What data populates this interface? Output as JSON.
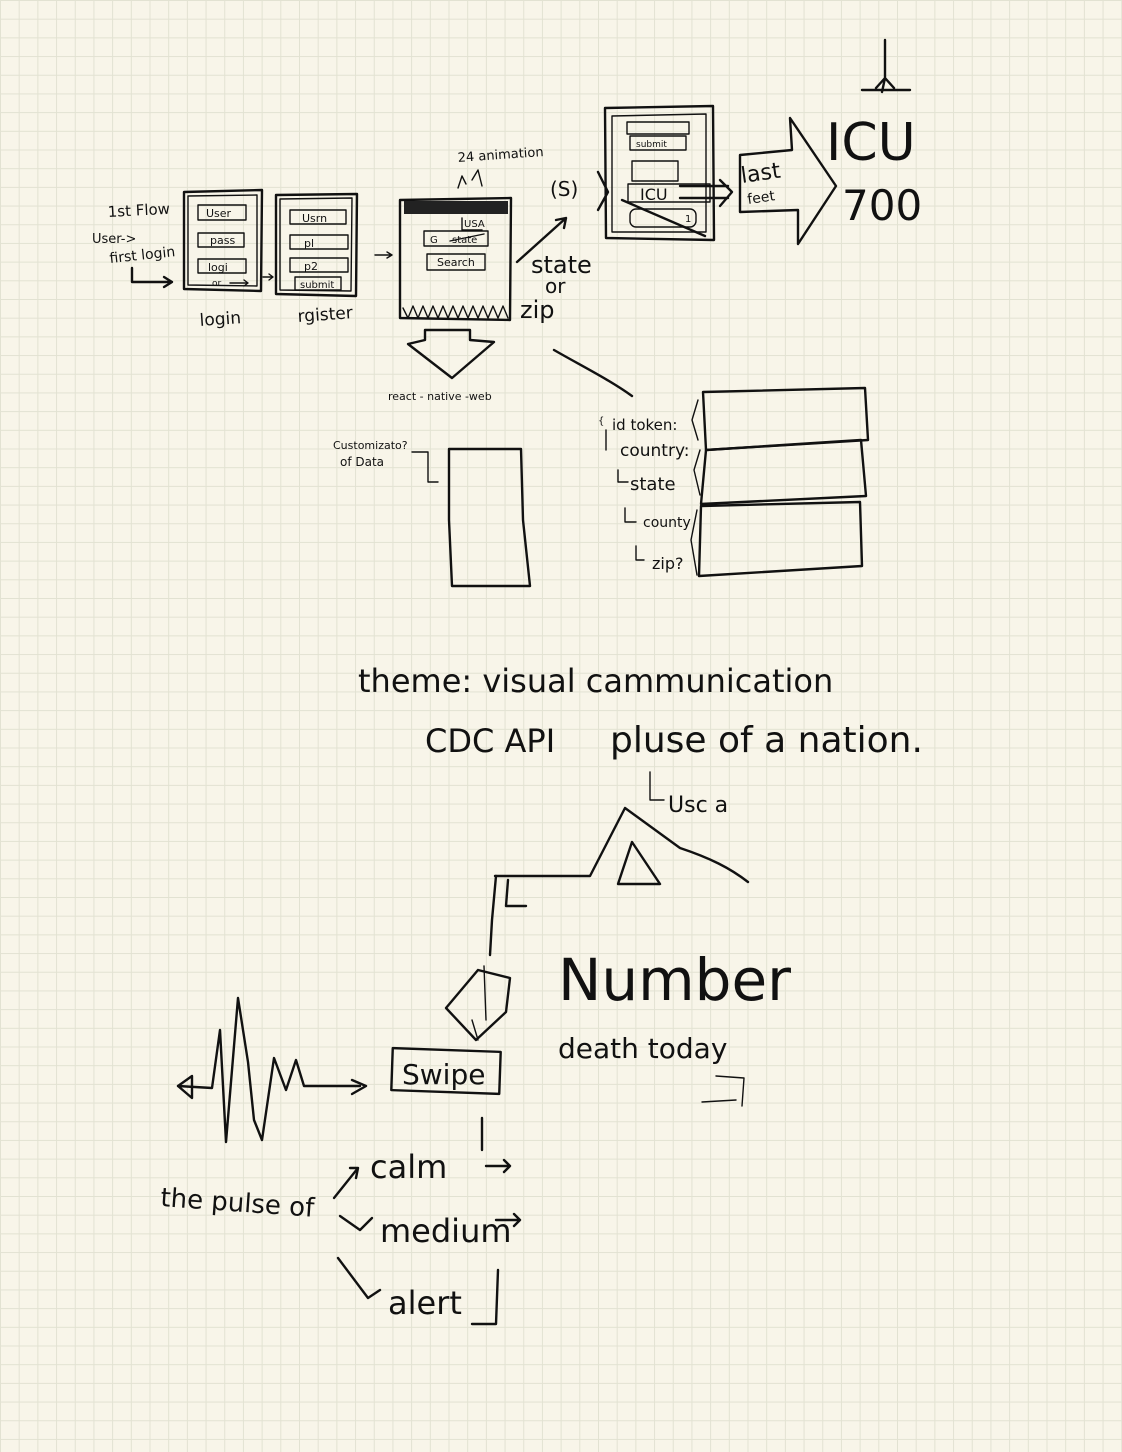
{
  "colors": {
    "paper": "#f8f5e9",
    "grid": "#e2e2d2",
    "ink": "#111111"
  },
  "flow": {
    "first_flow": "1st Flow",
    "user_arrow": "User->",
    "first_login": "first login",
    "login_screen": {
      "user": "User",
      "pass": "pass",
      "login": "logi",
      "or": "or",
      "caption": "login"
    },
    "register_screen": {
      "user": "Usrn",
      "p1": "pl",
      "p2": "p2",
      "submit": "submit",
      "caption": "rgister"
    },
    "main_screen": {
      "annotation": "24 animation",
      "usa": "USA",
      "state": "state",
      "search": "Search",
      "g_prefix": "G"
    },
    "react_native_web": "react - native -web",
    "customization": {
      "line1": "Customizato?",
      "line2": "of Data"
    },
    "state_or_zip": {
      "line1": "state",
      "line2": "or",
      "line3": "zip"
    },
    "s_label": "(S)",
    "icu_screen": {
      "submit": "submit",
      "icu": "ICU",
      "one": "1"
    },
    "last_feet": {
      "line1": "last",
      "line2": "feet"
    },
    "icu_big": {
      "line1": "ICU",
      "line2": "700"
    },
    "db_fields": [
      "id token:",
      "country:",
      "state",
      "county",
      "zip?"
    ]
  },
  "concept": {
    "theme": "theme: visual cammunication",
    "cdc_api": "CDC API",
    "pulse_nation": "pluse of a nation.",
    "usa": "Usc a",
    "number": "Number",
    "death_today": "death today",
    "swipe": "Swipe",
    "pulse_of": "the pulse of",
    "levels": [
      "calm",
      "medium",
      "alert"
    ]
  },
  "icons": [
    "hand-drawn-arrows",
    "tombstone-icon",
    "scroll-icon",
    "mountain-icon",
    "heartbeat-icon"
  ]
}
